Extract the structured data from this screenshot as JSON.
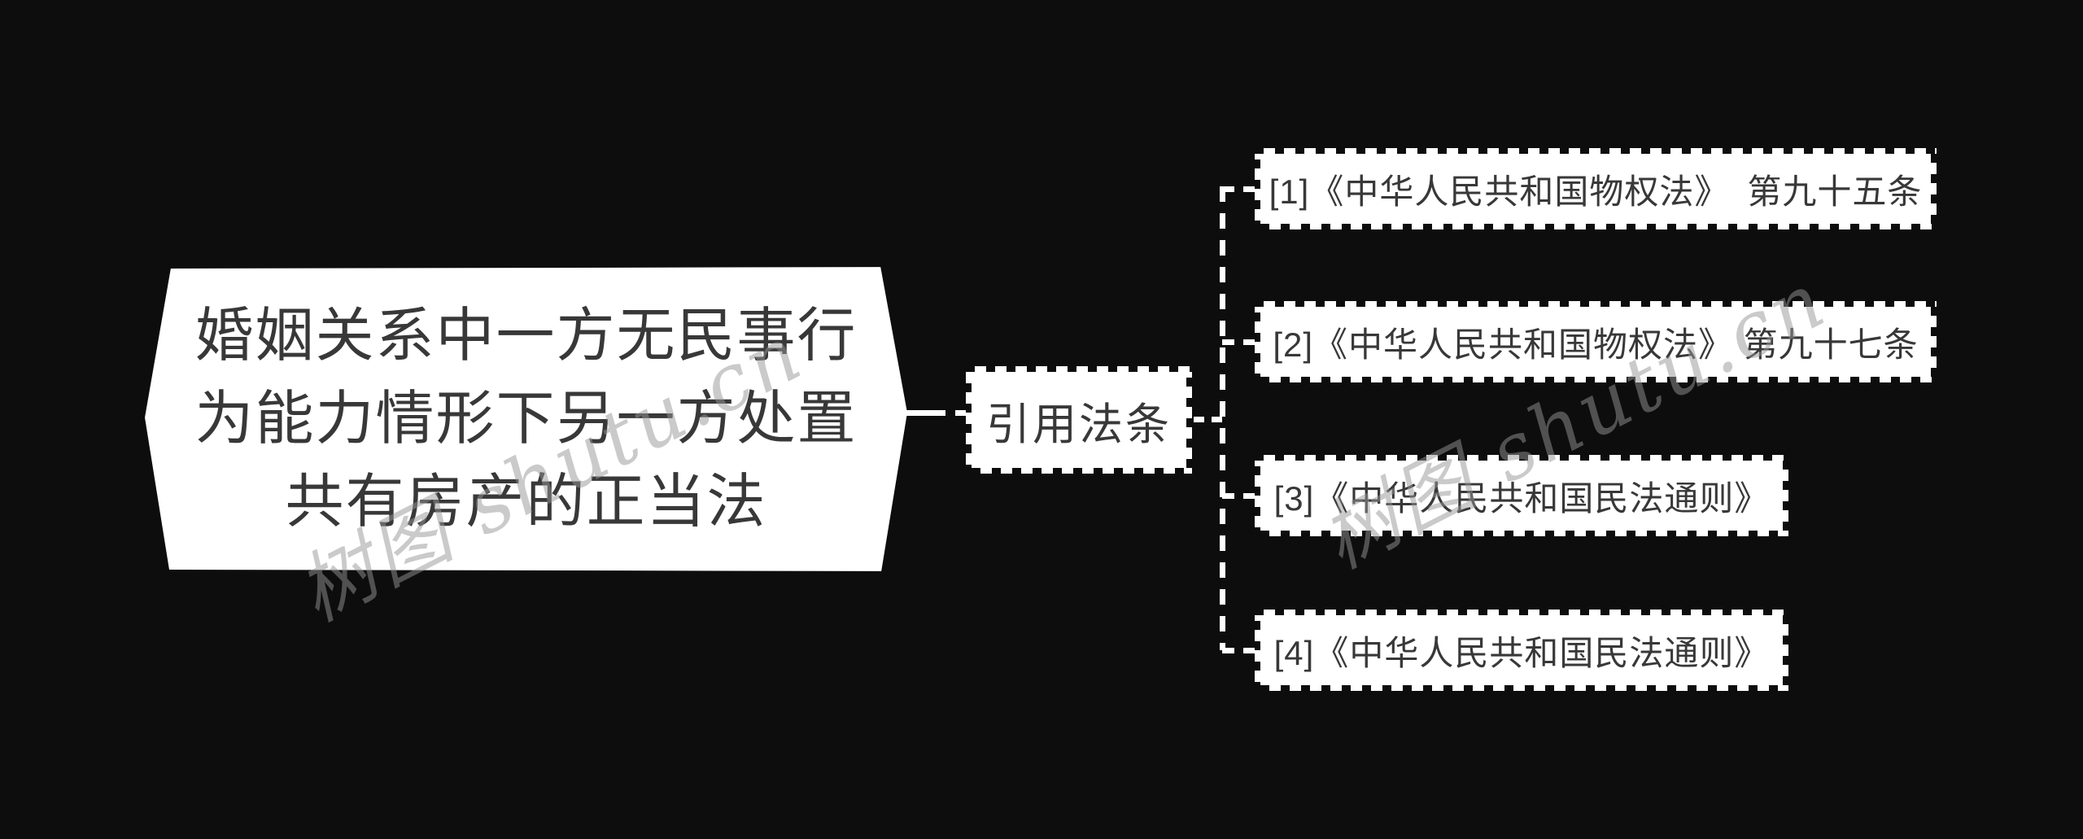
{
  "canvas": {
    "background": "#0d0d0d",
    "node_fill": "#ffffff",
    "text_color": "#383838",
    "line_color": "#ffffff",
    "watermark_color": "#969696"
  },
  "main_node": {
    "label": "婚姻关系中一方无民事行为能力情形下另一方处置共有房产的正当法",
    "lines": [
      "婚姻关系中一方无民事行",
      "为能力情形下另一方处置",
      "共有房产的正当法"
    ]
  },
  "branch_node": {
    "label": "引用法条"
  },
  "references": [
    {
      "label": "[1]《中华人民共和国物权法》　第九十五条"
    },
    {
      "label": "[2]《中华人民共和国物权法》 第九十七条"
    },
    {
      "label": "[3]《中华人民共和国民法通则》"
    },
    {
      "label": "[4]《中华人民共和国民法通则》"
    }
  ],
  "watermark": {
    "text": "树图 shutu.cn"
  }
}
